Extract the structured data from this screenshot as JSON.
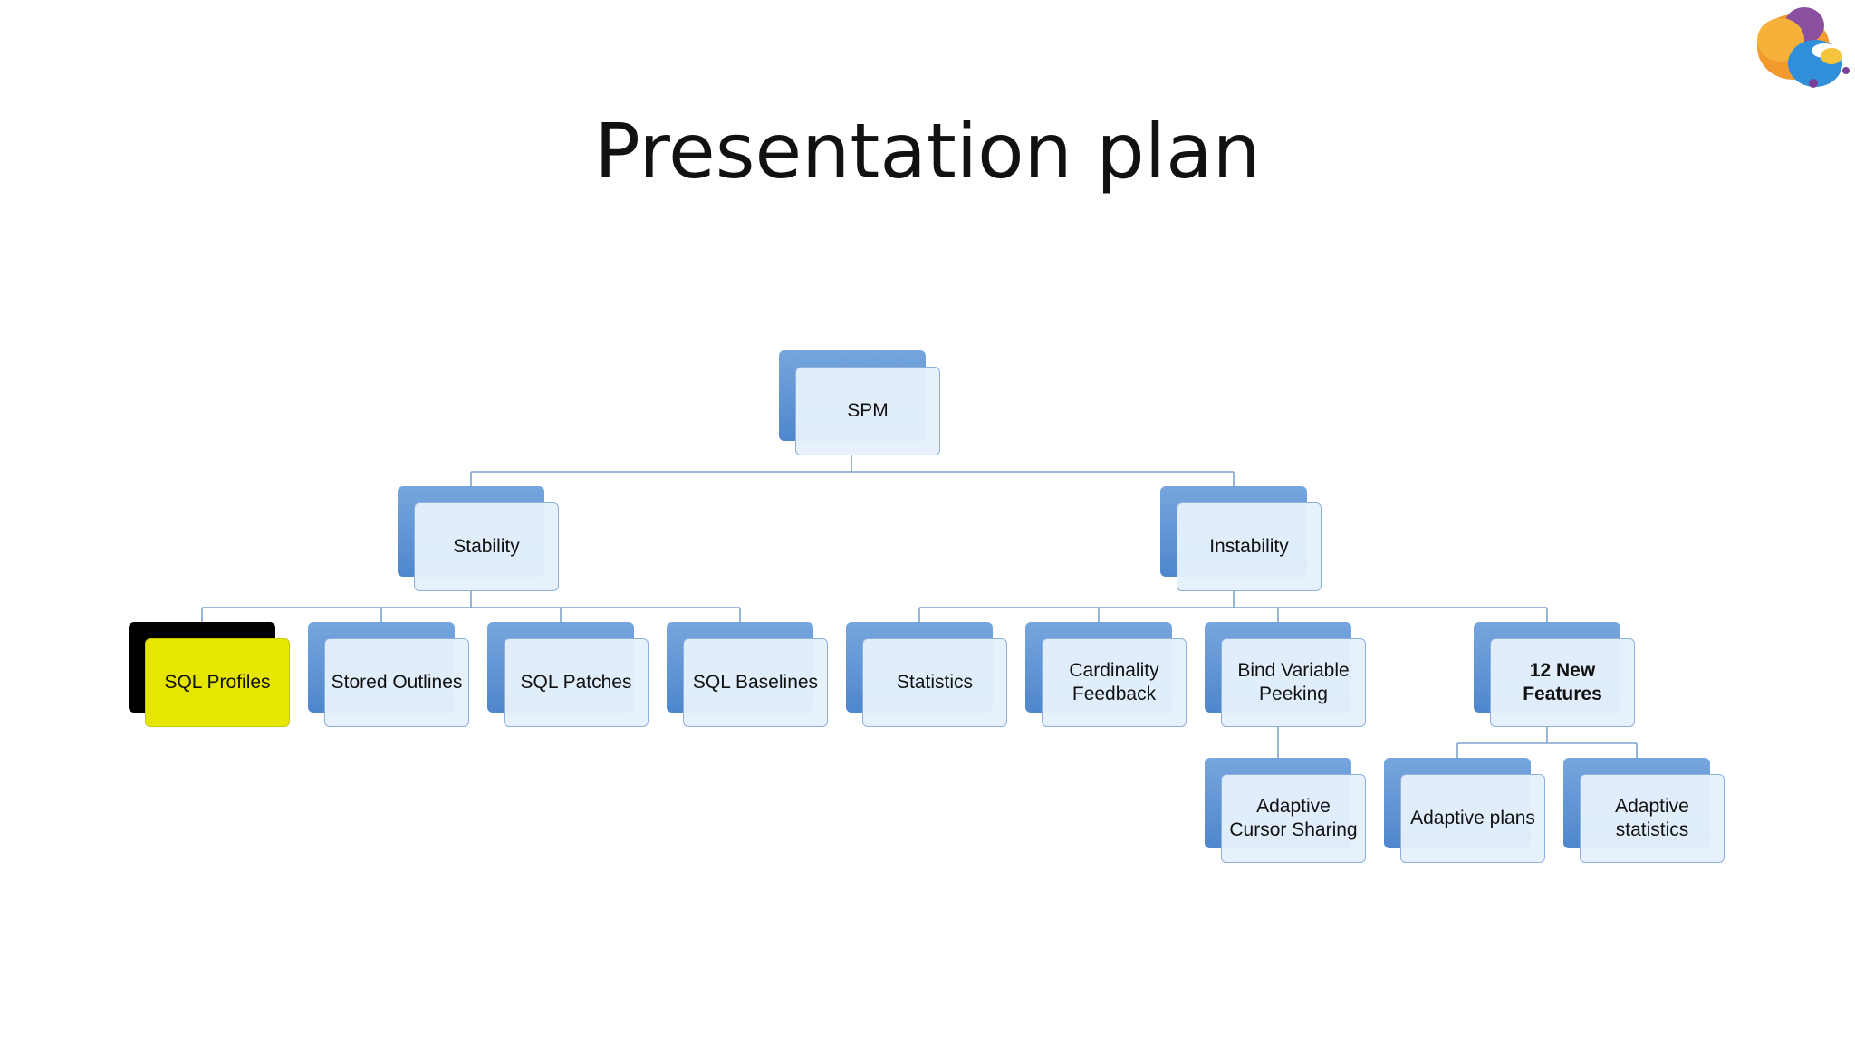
{
  "slide": {
    "title": "Presentation plan"
  },
  "diagram": {
    "connector_color": "#7ea3cf",
    "highlight_color": "#e6e600",
    "node_fill": "#4f86cc",
    "nodes": [
      {
        "id": "spm",
        "label": "SPM"
      },
      {
        "id": "stability",
        "label": "Stability"
      },
      {
        "id": "instability",
        "label": "Instability"
      },
      {
        "id": "sql-profiles",
        "label": "SQL Profiles",
        "highlighted": true
      },
      {
        "id": "stored-outlines",
        "label": "Stored Outlines"
      },
      {
        "id": "sql-patches",
        "label": "SQL Patches"
      },
      {
        "id": "sql-baselines",
        "label": "SQL Baselines"
      },
      {
        "id": "statistics",
        "label": "Statistics"
      },
      {
        "id": "cardinality-feedback",
        "label": "Cardinality Feedback"
      },
      {
        "id": "bind-variable-peeking",
        "label": "Bind Variable Peeking"
      },
      {
        "id": "12-new-features",
        "label": "12 New Features",
        "bold": true
      },
      {
        "id": "adaptive-cursor-sharing",
        "label": "Adaptive Cursor Sharing"
      },
      {
        "id": "adaptive-plans",
        "label": "Adaptive plans"
      },
      {
        "id": "adaptive-statistics",
        "label": "Adaptive statistics"
      }
    ]
  },
  "icons": {
    "logo": "colorful-blob-logo"
  }
}
